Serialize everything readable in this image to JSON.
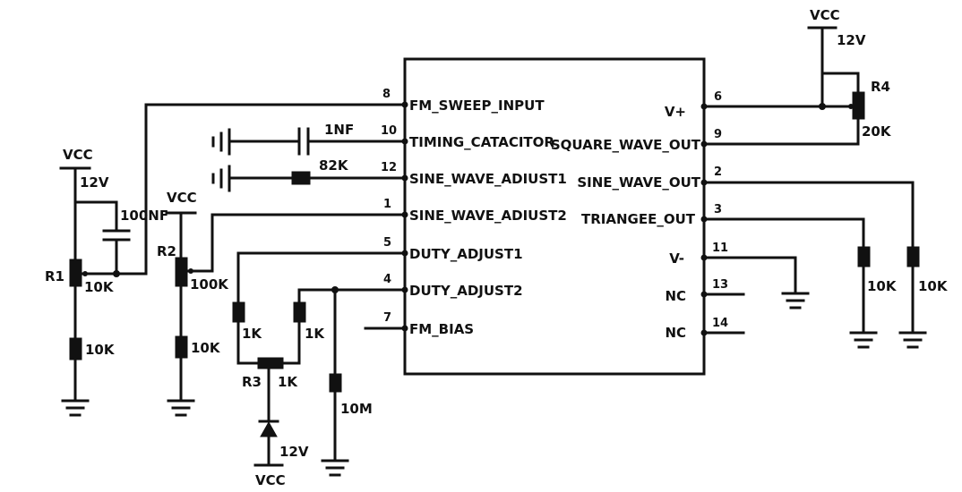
{
  "chip": {
    "left_pins": [
      {
        "num": "8",
        "label": "FM_SWEEP_INPUT"
      },
      {
        "num": "10",
        "label": "TIMING_CATACITOR"
      },
      {
        "num": "12",
        "label": "SINE_WAVE_ADIUST1"
      },
      {
        "num": "1",
        "label": "SINE_WAVE_ADIUST2"
      },
      {
        "num": "5",
        "label": "DUTY_ADJUST1"
      },
      {
        "num": "4",
        "label": "DUTY_ADJUST2"
      },
      {
        "num": "7",
        "label": "FM_BIAS"
      }
    ],
    "right_pins": [
      {
        "num": "6",
        "label": "V+"
      },
      {
        "num": "9",
        "label": "SQUARE_WAVE_OUT"
      },
      {
        "num": "2",
        "label": "SINE_WAVE_OUT"
      },
      {
        "num": "3",
        "label": "TRIANGEE_OUT"
      },
      {
        "num": "11",
        "label": "V-"
      },
      {
        "num": "13",
        "label": "NC"
      },
      {
        "num": "14",
        "label": "NC"
      }
    ]
  },
  "parts": {
    "vcc_r1": "VCC",
    "v12_r1": "12V",
    "cap_100nf": "100NF",
    "r1_name": "R1",
    "r1_value": "10K",
    "r1_bottom_value": "10K",
    "vcc_r2": "VCC",
    "r2_name": "R2",
    "r2_value": "100K",
    "r2_bottom_value": "10K",
    "cap_1nf": "1NF",
    "res_82k": "82K",
    "r_duty_left": "1K",
    "r_duty_right": "1K",
    "r3_name": "R3",
    "r3_value": "1K",
    "v12_r3": "12V",
    "vcc_r3": "VCC",
    "res_10m": "10M",
    "vcc_r4": "VCC",
    "v12_r4": "12V",
    "r4_name": "R4",
    "r4_value": "20K",
    "load_triangle": "10K",
    "load_sine": "10K"
  }
}
